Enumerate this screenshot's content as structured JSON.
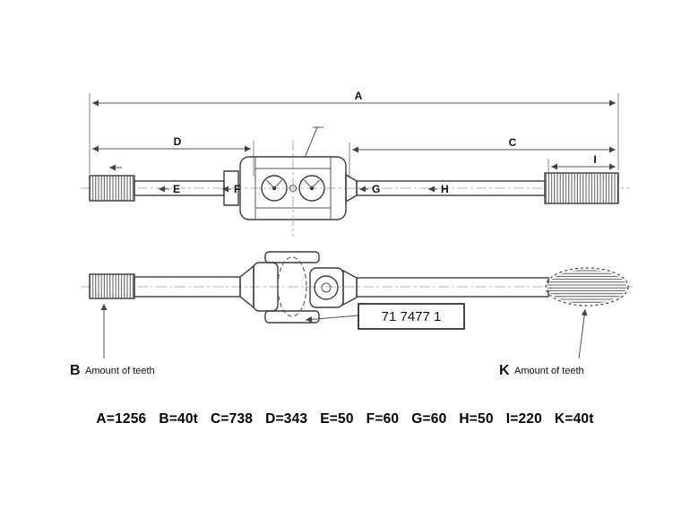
{
  "dims": {
    "A": "A",
    "C": "C",
    "D": "D",
    "E": "E",
    "F": "F",
    "G": "G",
    "H": "H",
    "I": "I"
  },
  "part_number": "71 7477 1",
  "annotations": {
    "b_letter": "B",
    "b_text": "Amount of teeth",
    "k_letter": "K",
    "k_text": "Amount of teeth"
  },
  "legend": [
    "A=1256",
    "B=40t",
    "C=738",
    "D=343",
    "E=50",
    "F=60",
    "G=60",
    "H=50",
    "I=220",
    "K=40t"
  ]
}
